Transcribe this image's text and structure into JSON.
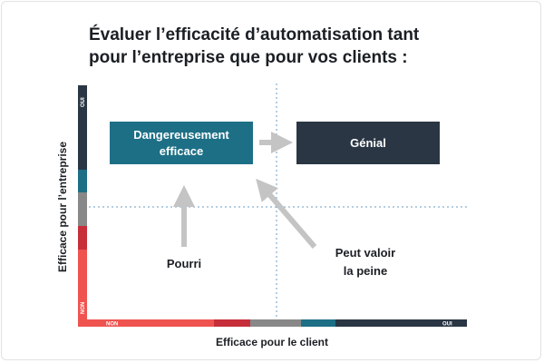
{
  "title": {
    "line1": "Évaluer l’efficacité d’automatisation tant",
    "line2": "pour l’entreprise que pour vos clients :"
  },
  "axes": {
    "x_label": "Efficace pour le client",
    "y_label": "Efficace pour l’entreprise",
    "x_low": "NON",
    "x_high": "OUI",
    "y_low": "NON",
    "y_high": "OUI"
  },
  "quadrants": {
    "top_left": "Dangereusement efficace",
    "top_left_line1": "Dangereusement",
    "top_left_line2": "efficace",
    "top_right": "Génial",
    "bottom_left": "Pourri",
    "bottom_right_line1": "Peut valoir",
    "bottom_right_line2": "la peine"
  },
  "colors": {
    "red_light": "#ef5350",
    "red_dark": "#c62f3a",
    "gray": "#888888",
    "teal": "#1d6f86",
    "navy": "#2a3644",
    "arrow": "#c4c4c4",
    "guide": "#6a9cc6"
  }
}
